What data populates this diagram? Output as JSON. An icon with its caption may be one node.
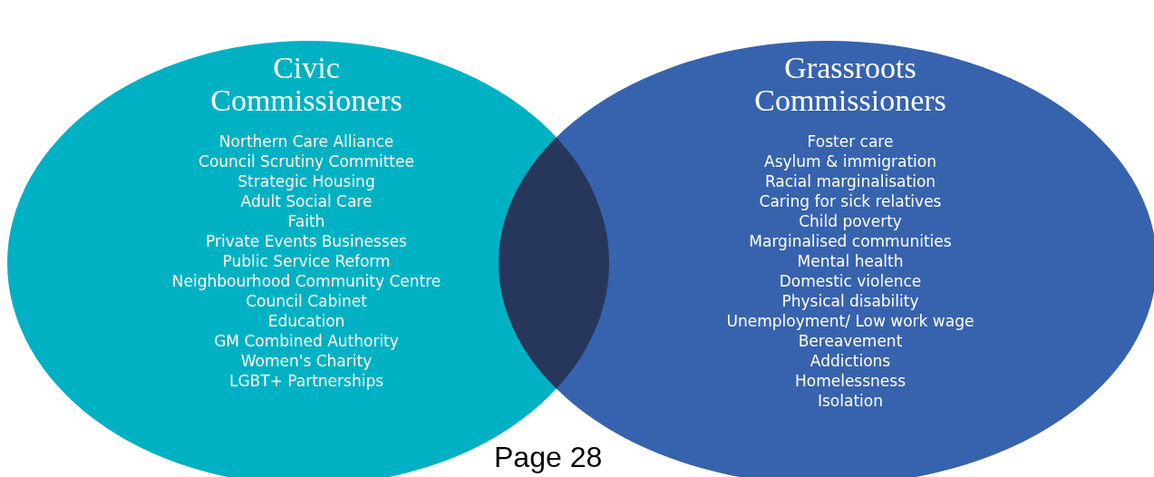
{
  "diagram": {
    "nodes": [
      {
        "text": [
          "Civic Commissioners",
          "Northern Care Alliance",
          "Council Scrutiny Committee",
          "Strategic Housing",
          "Adult Social Care",
          "Faith",
          "Private Events Businesses",
          "Public Service Reform",
          "Neighbourhood Community Centre",
          "Council Cabinet",
          "Education",
          "GM Combined Authority",
          "Women's Charity",
          "LGBT+ Partnerships"
        ]
      },
      {
        "text": [
          "Grassroots Commissioners",
          "Foster care",
          "Asylum & immigration",
          "Racial marginalisation",
          "Caring for sick relatives",
          "Child poverty",
          "Marginalised communities",
          "Mental health",
          "Domestic violence",
          "Physical disability",
          "Unemployment/ Low work wage",
          "Bereavement",
          "Addictions",
          "Homelessness",
          "Isolation"
        ]
      },
      {
        "text": [],
        "shape": "lens"
      }
    ],
    "edges": [],
    "labels": [
      "Page 28"
    ]
  }
}
